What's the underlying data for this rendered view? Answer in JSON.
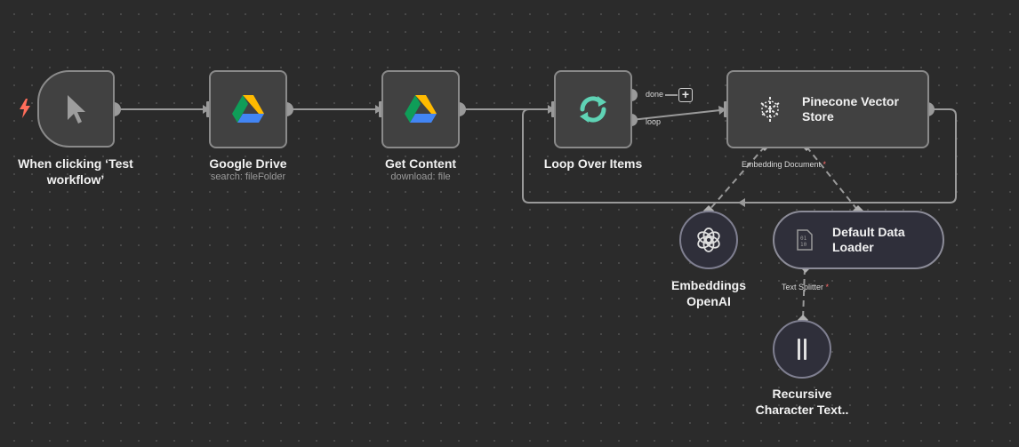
{
  "nodes": {
    "trigger": {
      "title": "When clicking ‘Test workflow’"
    },
    "google_drive": {
      "title": "Google Drive",
      "subtitle": "search: fileFolder"
    },
    "get_content": {
      "title": "Get Content",
      "subtitle": "download: file"
    },
    "loop": {
      "title": "Loop Over Items",
      "output_done": "done",
      "output_loop": "loop"
    },
    "pinecone": {
      "title": "Pinecone Vector Store",
      "input_embedding": "Embedding",
      "input_document": "Document"
    },
    "embeddings": {
      "title": "Embeddings OpenAI"
    },
    "data_loader": {
      "title": "Default Data Loader",
      "input_text_splitter": "Text Splitter"
    },
    "splitter": {
      "title": "Recursive Character Text.."
    }
  },
  "required_marker": "*",
  "add_label": "+",
  "colors": {
    "background": "#2b2b2b",
    "node_fill": "#414141",
    "node_border": "#8a8a8a",
    "edge": "#9a9a9a",
    "trigger_bolt": "#ff6d5a",
    "loop_icon": "#5fd3b5",
    "required": "#ff6b6b"
  },
  "icons": [
    "lightning-bolt-icon",
    "cursor-pointer-icon",
    "google-drive-icon",
    "refresh-loop-icon",
    "pinecone-icon",
    "openai-icon",
    "document-binary-icon",
    "split-bars-icon",
    "plus-icon"
  ]
}
